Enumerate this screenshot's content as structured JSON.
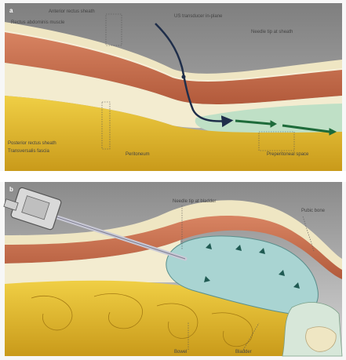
{
  "panels": [
    {
      "letter": "a",
      "labels": {
        "anterior_rectus_sheath": "Anterior rectus sheath",
        "rectus_abdominis_muscle": "Rectus abdominis muscle",
        "needle_insertion": "US transducer in-plane",
        "needle_at_sheath": "Needle tip at sheath",
        "posterior_rectus_sheath": "Posterior rectus sheath",
        "transversalis_fascia": "Transversalis fascia",
        "peritoneum": "Peritoneum",
        "preperitoneal_space": "Preperitoneal space"
      }
    },
    {
      "letter": "b",
      "labels": {
        "needle_to_bladder": "Needle tip at bladder",
        "pubic_bone": "Pubic bone",
        "bowel": "Bowel",
        "bladder": "Bladder"
      }
    }
  ],
  "colors": {
    "background_top": "#8c8c8c",
    "background_bottom": "#d8d8d8",
    "skin": "#f2e9c6",
    "muscle": "#c9714f",
    "fat_yellow": "#e8c23a",
    "fluid_green": "#bfe0c6",
    "bladder_blue": "#a9d4d2",
    "arrow_dark": "#1f2e4a",
    "arrow_green": "#1e6b3a"
  }
}
